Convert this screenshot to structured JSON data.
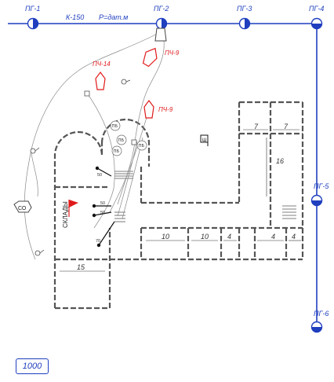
{
  "hydrants": [
    {
      "label": "ПГ-1"
    },
    {
      "label": "ПГ-2"
    },
    {
      "label": "ПГ-3"
    },
    {
      "label": "ПГ-4"
    },
    {
      "label": "ПГ-5"
    },
    {
      "label": "ПГ-6"
    }
  ],
  "main_pipe_label": "К-150",
  "main_pipe_note": "Р=дат.м",
  "trucks": [
    {
      "label": "ПЧ-9"
    },
    {
      "label": "ПЧ-14"
    },
    {
      "label": "ПЧ-9"
    }
  ],
  "sleeve_labels": [
    "ПБ",
    "ПБ",
    "ПБ",
    "ПБ"
  ],
  "building_label": "СКЛАДЫ",
  "nozzle_labels": [
    "50",
    "50",
    "50",
    "70"
  ],
  "dimensions": [
    "7",
    "7",
    "16",
    "10",
    "10",
    "4",
    "4",
    "4",
    "15"
  ],
  "water_source_label": "СО",
  "scale": "1000",
  "colors": {
    "blue": "#1f3fbf",
    "red": "#e01a1a",
    "wall": "#555555"
  }
}
